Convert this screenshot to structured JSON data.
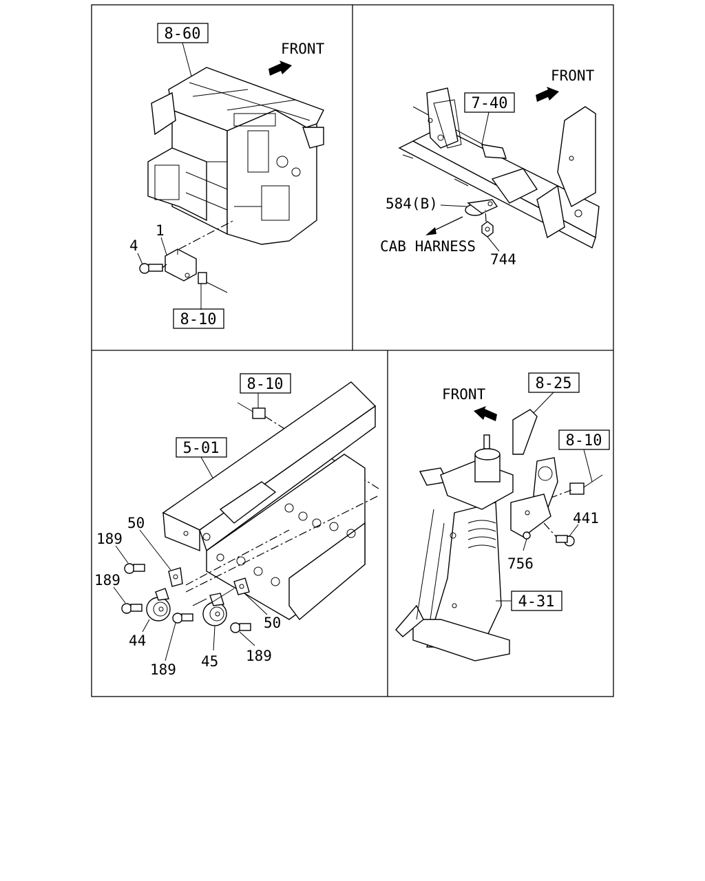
{
  "panels": {
    "top_left": {
      "refs": [
        "8-60",
        "8-10"
      ],
      "direction": "FRONT",
      "callouts": [
        "1",
        "4"
      ]
    },
    "top_right": {
      "refs": [
        "7-40"
      ],
      "direction": "FRONT",
      "callouts": [
        "584(B)",
        "744"
      ],
      "note": "CAB HARNESS"
    },
    "bottom_left": {
      "refs": [
        "8-10",
        "5-01"
      ],
      "callouts": [
        "50",
        "189",
        "189",
        "44",
        "189",
        "45",
        "189",
        "50"
      ]
    },
    "bottom_right": {
      "refs": [
        "8-25",
        "8-10",
        "4-31"
      ],
      "direction": "FRONT",
      "callouts": [
        "441",
        "756"
      ]
    }
  }
}
